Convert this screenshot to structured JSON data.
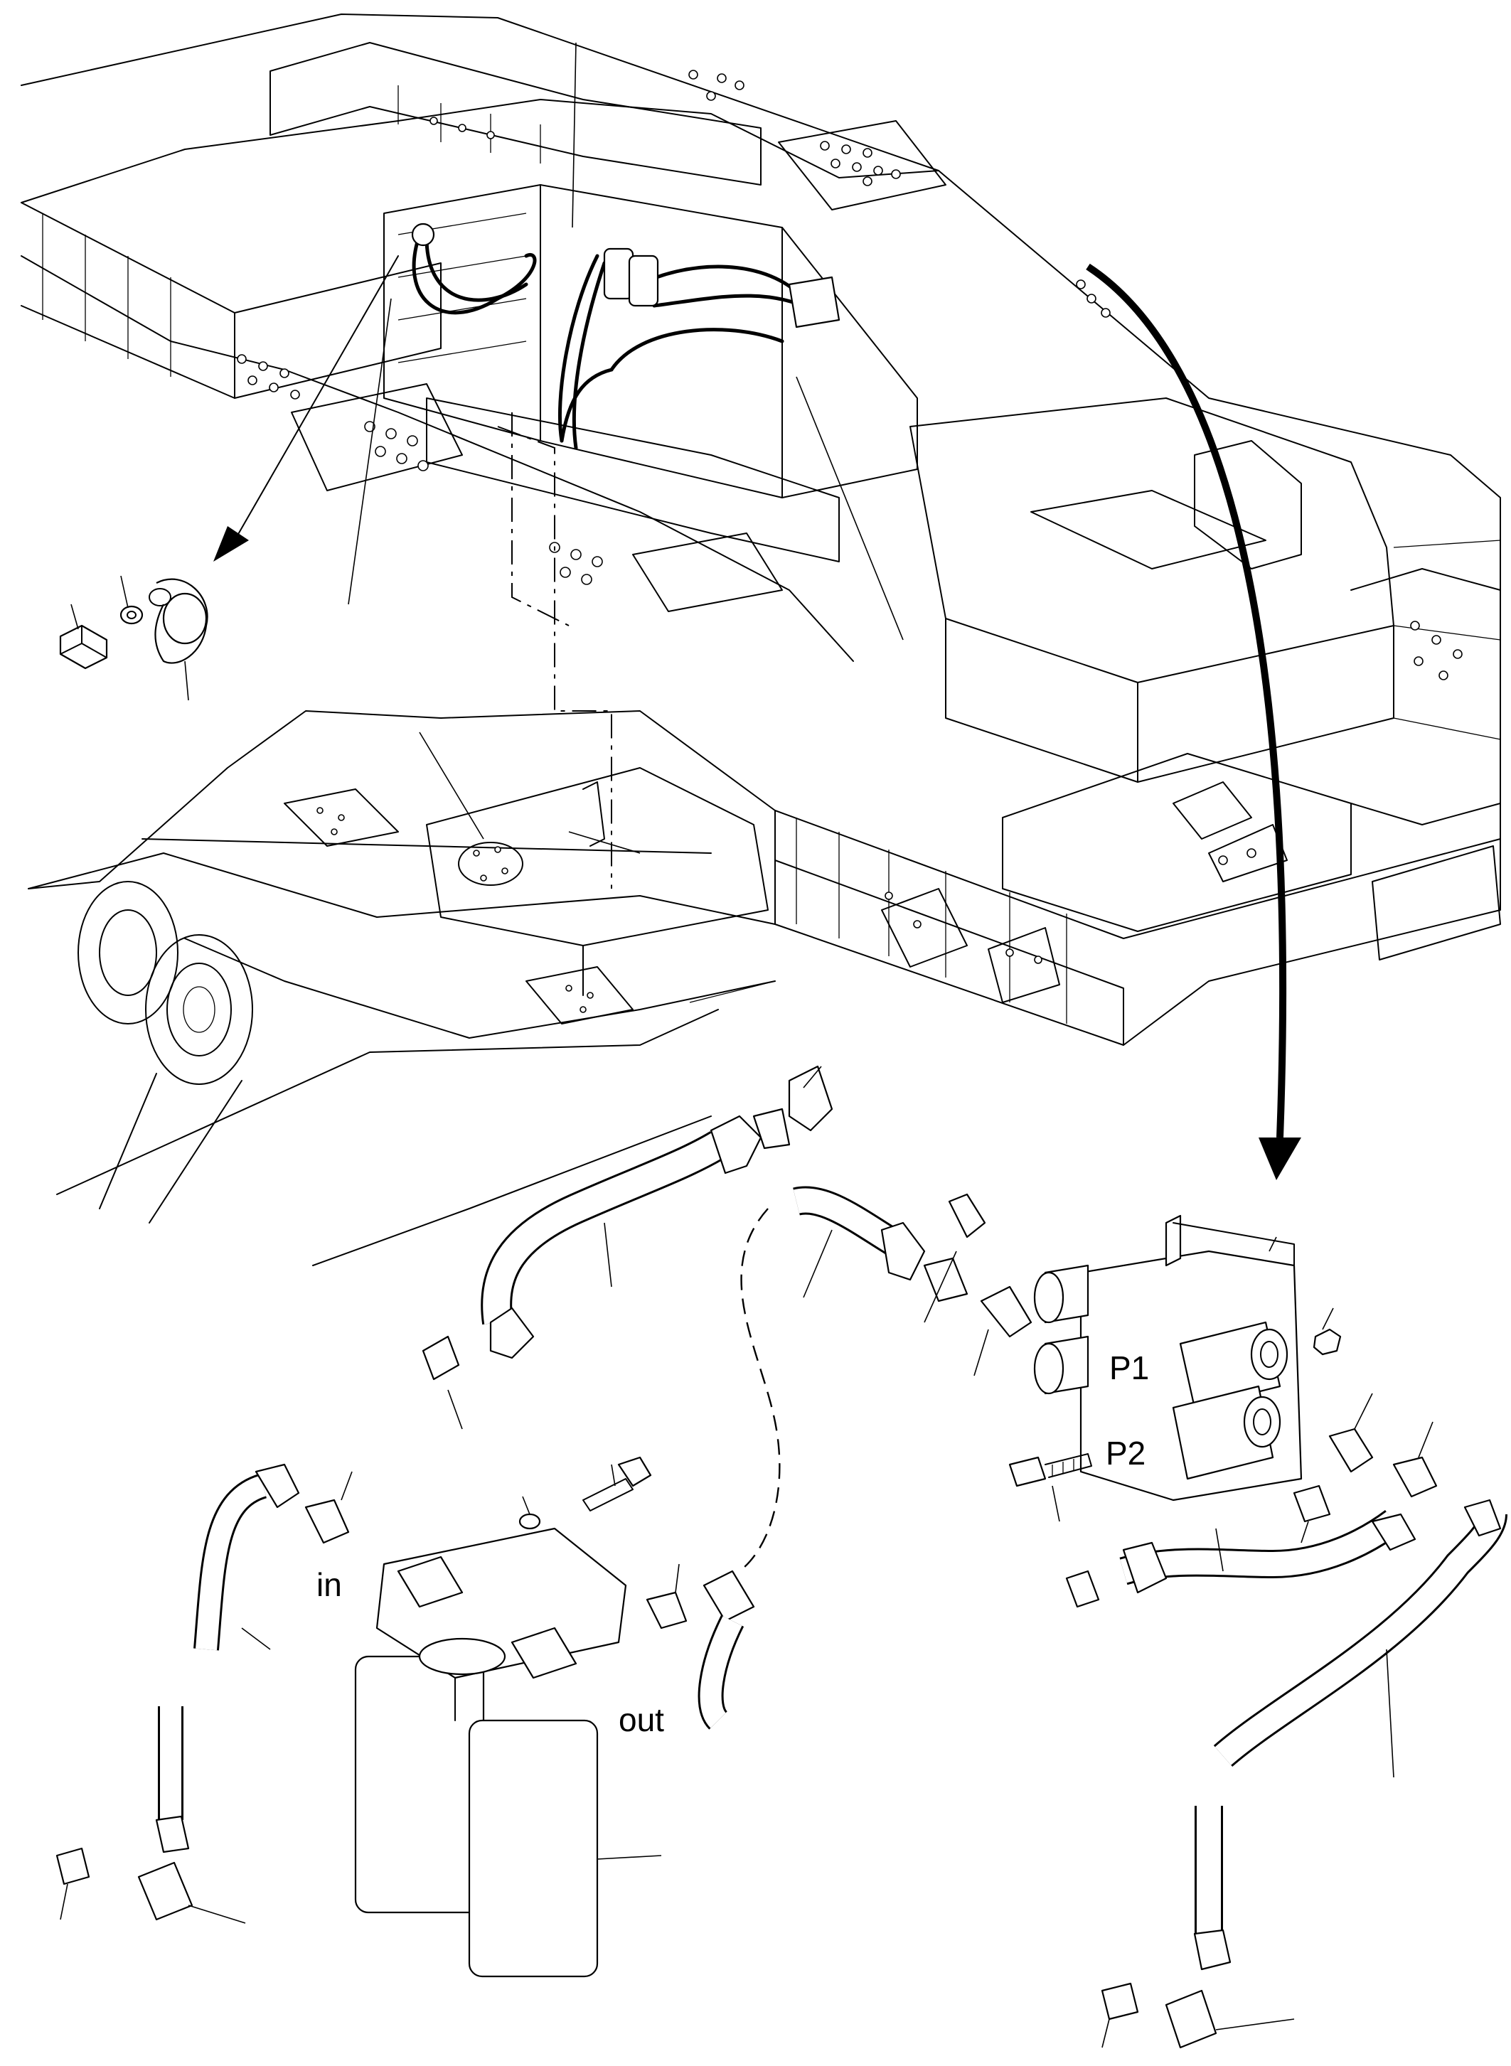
{
  "labels": {
    "inlet": "in",
    "outlet": "out",
    "port_1": "P1",
    "port_2": "P2"
  }
}
